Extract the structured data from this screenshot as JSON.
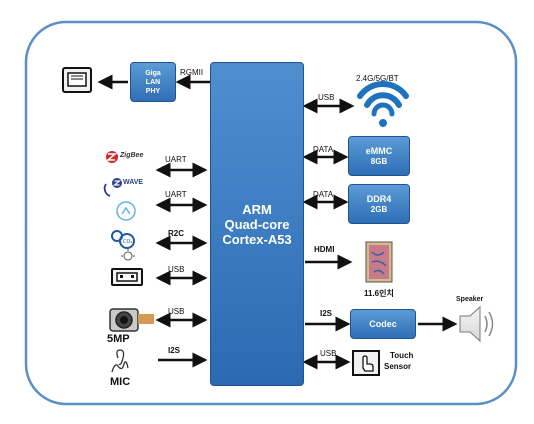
{
  "cpu": {
    "line1": "ARM",
    "line2": "Quad-core",
    "line3": "Cortex-A53"
  },
  "gige": {
    "line1": "Giga",
    "line2": "LAN",
    "line3": "PHY",
    "link": "RGMII"
  },
  "wifi": {
    "label": "2.4G/5G/BT",
    "link": "USB"
  },
  "emmc": {
    "line1": "eMMC",
    "line2": "8GB",
    "link": "DATA"
  },
  "ddr": {
    "line1": "DDR4",
    "line2": "2GB",
    "link": "DATA"
  },
  "display": {
    "label": "11.6인치",
    "link": "HDMI"
  },
  "codec": {
    "label": "Codec",
    "link": "I2S"
  },
  "speaker": {
    "label": "Speaker"
  },
  "touch": {
    "line1": "Touch",
    "line2": "Sensor",
    "link": "USB"
  },
  "left": {
    "zigbee": {
      "name": "ZigBee",
      "link": "UART"
    },
    "zwave": {
      "name": "WAVE",
      "link": "UART"
    },
    "sensor_link": "R2C",
    "usb_link": "USB",
    "camera": {
      "label": "5MP",
      "link": "USB"
    },
    "mic": {
      "label": "MIC",
      "link": "I2S"
    }
  },
  "colors": {
    "block": "#2e6fb6",
    "frame": "#5b8fc7",
    "wifi": "#1e73be"
  }
}
